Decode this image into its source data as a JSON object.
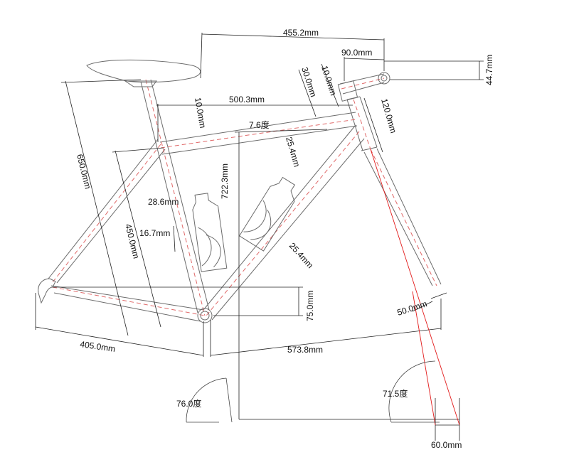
{
  "colors": {
    "frame_outline": "#6b6b6b",
    "centerline": "#e06a6a",
    "dimension_line": "#222222",
    "trail_line": "#e21b1b",
    "background": "#ffffff"
  },
  "icons": [
    "saddle-icon",
    "water-bottle-icon",
    "bottom-bracket-icon",
    "dropout-icon",
    "stem-icon"
  ],
  "dimensions": {
    "reach_455": "455.2mm",
    "stem_length": "90.0mm",
    "stem_rise": "44.7mm",
    "spacer_10_stem": "10.0mm",
    "spacer_30": "30.0mm",
    "top_tube_eff": "500.3mm",
    "seat_offset_10": "10.0mm",
    "head_tube": "120.0mm",
    "top_tube_slope": "7.6度",
    "top_tube_dia": "25.4mm",
    "stack": "722.3mm",
    "seat_height": "650.0mm",
    "seat_tube_dia": "28.6mm",
    "seat_tube": "450.0mm",
    "seat_offset_16": "16.7mm",
    "down_tube_dia": "25.4mm",
    "bb_drop": "75.0mm",
    "fork_rake": "50.0mm",
    "chainstay": "405.0mm",
    "front_center": "573.8mm",
    "seat_angle": "76.0度",
    "head_angle": "71.5度",
    "trail": "60.0mm"
  }
}
